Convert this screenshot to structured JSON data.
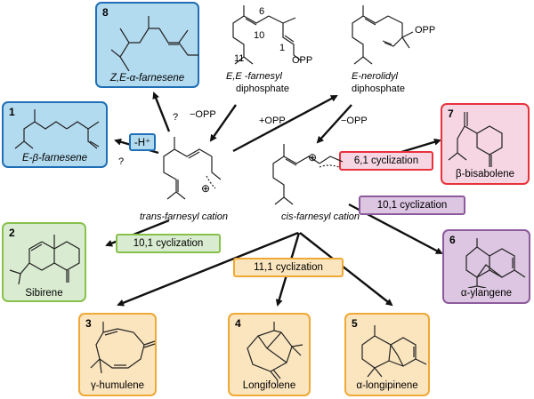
{
  "colors": {
    "blue_fill": "#b3dbf0",
    "blue_border": "#1f6fb6",
    "red_fill": "#f6d6e3",
    "red_border": "#e8323c",
    "green_fill": "#d9ecd1",
    "green_border": "#86c14a",
    "purple_fill": "#ddc6e2",
    "purple_border": "#8c5a9d",
    "orange_fill": "#fbe5be",
    "orange_border": "#f0a836"
  },
  "products": [
    {
      "id": "p8",
      "number": "8",
      "name": "Z,E-α-farnesene",
      "color": "blue"
    },
    {
      "id": "p1",
      "number": "1",
      "name": "E-β-farnesene",
      "color": "blue"
    },
    {
      "id": "p7",
      "number": "7",
      "name": "β-bisabolene",
      "color": "red"
    },
    {
      "id": "p2",
      "number": "2",
      "name": "Sibirene",
      "color": "green"
    },
    {
      "id": "p6",
      "number": "6",
      "name": "α-ylangene",
      "color": "purple"
    },
    {
      "id": "p3",
      "number": "3",
      "name": "γ-humulene",
      "color": "orange"
    },
    {
      "id": "p4",
      "number": "4",
      "name": "Longifolene",
      "color": "orange"
    },
    {
      "id": "p5",
      "number": "5",
      "name": "α-longipinene",
      "color": "orange"
    }
  ],
  "substrates": {
    "eefpp": {
      "name": "E,E -farnesyl",
      "name2": "diphosphate",
      "opp": "OPP",
      "atoms": [
        "6",
        "10",
        "11",
        "1"
      ]
    },
    "nerolidyl": {
      "name": "E-nerolidyl",
      "name2": "diphosphate",
      "opp": "OPP"
    }
  },
  "cations": {
    "trans": {
      "name": "trans-farnesyl cation",
      "charge": "⊕"
    },
    "cis": {
      "name": "cis-farnesyl cation",
      "charge": "⊕"
    }
  },
  "steps": {
    "minus_opp_left": "−OPP",
    "plus_opp": "+OPP",
    "minus_opp_right": "−OPP",
    "deprotonation": "-H⁺",
    "q1": "?",
    "q2": "?",
    "c61": "6,1 cyclization",
    "c101_cis": "10,1 cyclization",
    "c101_trans": "10,1 cyclization",
    "c111": "11,1 cyclization"
  }
}
